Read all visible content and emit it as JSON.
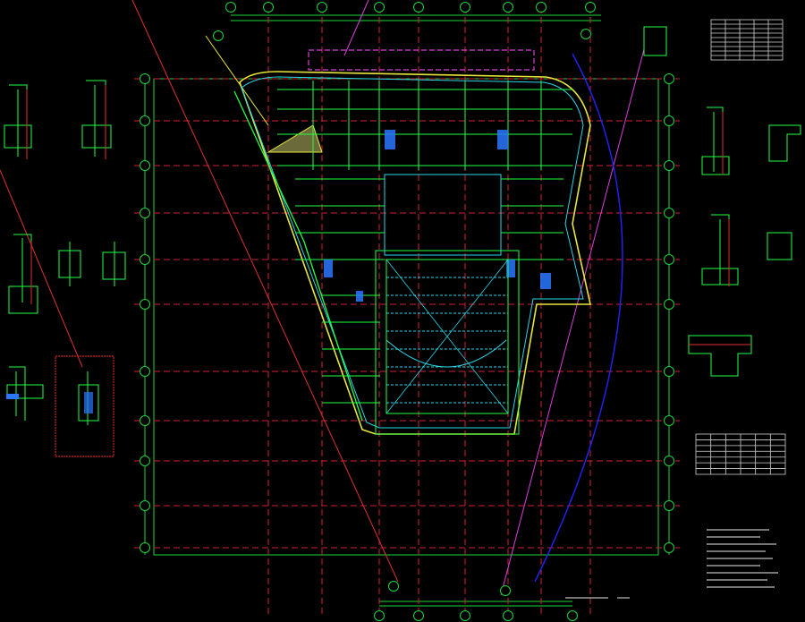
{
  "drawing": {
    "background": "#000000",
    "colors": {
      "axis_grid": "#d4213a",
      "frame": "#19d63a",
      "structure": "#22ff44",
      "wall_fill": "#2a78ff",
      "yellow_line": "#e8e83a",
      "cyan_line": "#27d8e8",
      "magenta_line": "#d940d9",
      "blue_arc": "#2323ff",
      "detail_border": "#d22020",
      "text": "#d0d0d0"
    },
    "axis_bubbles": {
      "top": [
        "",
        "",
        "",
        "",
        "",
        "",
        "",
        "",
        ""
      ],
      "left": [
        "",
        "",
        "",
        "",
        "",
        "",
        "",
        "",
        "",
        "",
        "",
        ""
      ],
      "bottom": [
        "",
        "",
        "",
        "",
        ""
      ]
    },
    "tables": {
      "top_right": {
        "rows": 9,
        "cols": 5
      },
      "mid_right": {
        "rows": 7,
        "cols": 6
      }
    }
  }
}
